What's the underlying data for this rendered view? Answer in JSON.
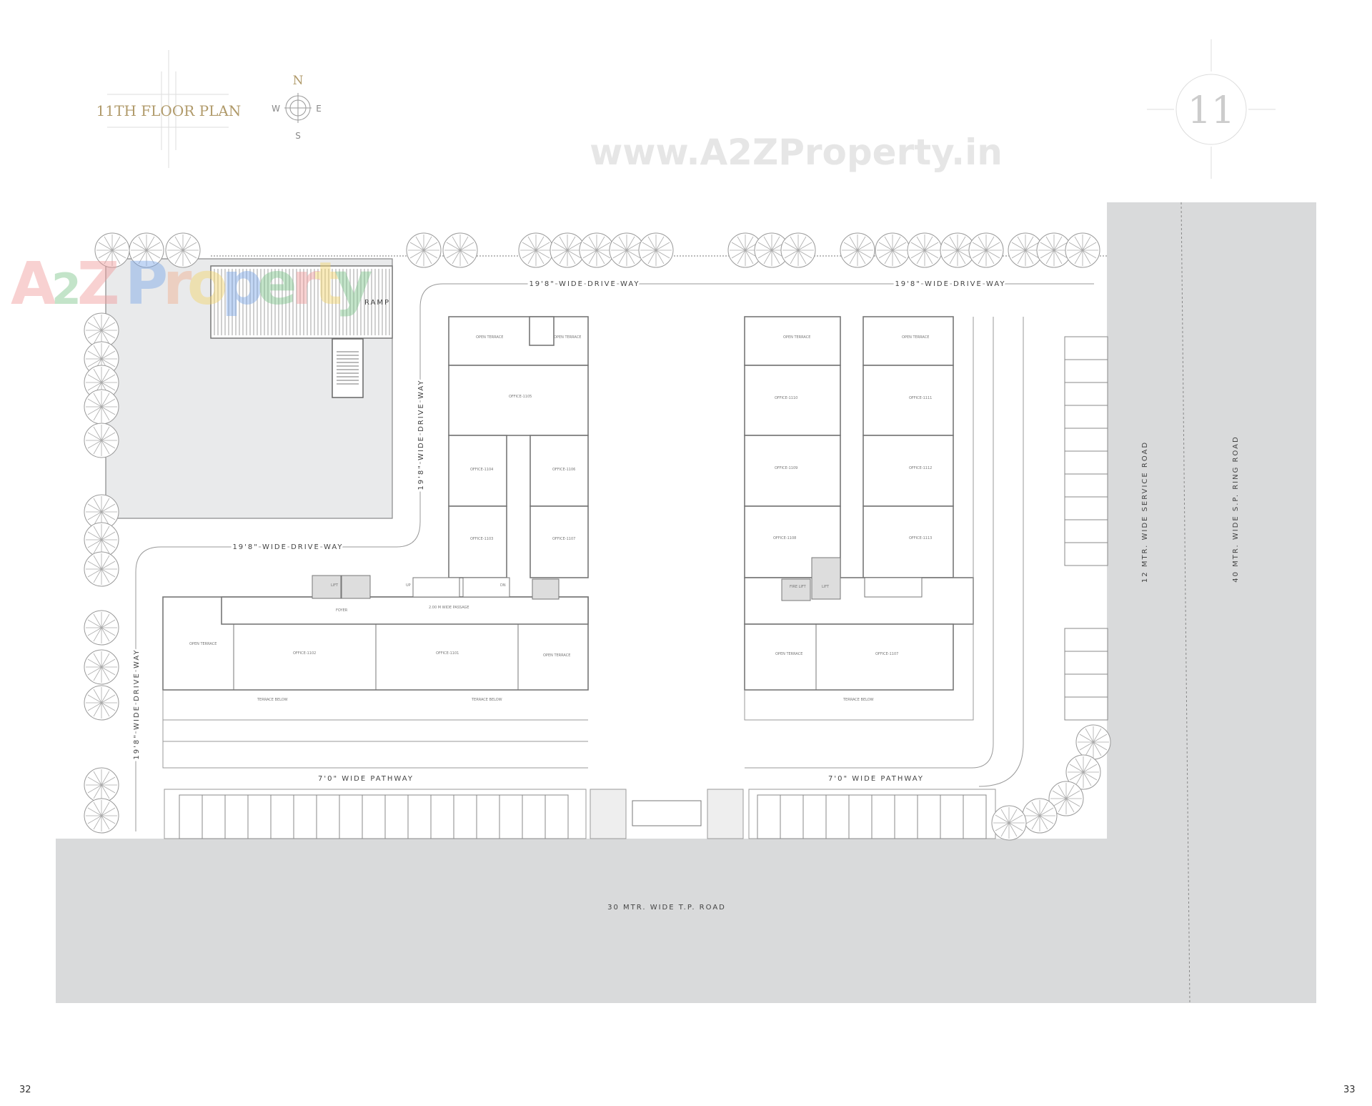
{
  "header": {
    "title": "11TH FLOOR PLAN",
    "floor_emblem": "11",
    "compass": {
      "n": "N",
      "s": "S",
      "e": "E",
      "w": "W"
    },
    "watermark_url": "www.A2ZProperty.in",
    "logo_text": "A2ZProperty"
  },
  "colors": {
    "gold": "#b09a6a",
    "road": "#d9dadb",
    "site": "#e9eaeb"
  },
  "roads": {
    "bottom": "30 MTR.  WIDE T.P. ROAD",
    "service": "12 MTR.  WIDE SERVICE ROAD",
    "ring": "40 MTR.  WIDE S.P. RING ROAD"
  },
  "driveways": {
    "top_left": "19'8\" WIDE DRIVE WAY",
    "top_right": "19'8\" WIDE DRIVE WAY",
    "inner_vertical": "19'8\" WIDE DRIVE WAY",
    "middle_horizontal": "19'8\" WIDE DRIVE WAY",
    "left_vertical": "19'8\" WIDE DRIVE WAY"
  },
  "pathways": {
    "left": "7'0\" WIDE PATHWAY",
    "right": "7'0\" WIDE PATHWAY"
  },
  "ramp": "RAMP",
  "rooms": {
    "open_terrace": "OPEN TERRACE",
    "terrace_below": "TERRACE BELOW",
    "foyer": "FOYER",
    "lift": "LIFT",
    "fire_lift": "FIRE LIFT",
    "passage": "2.00 M WIDE PASSAGE",
    "up": "UP",
    "dn": "DN",
    "offices": [
      "OFFICE-1101",
      "OFFICE-1102",
      "OFFICE-1103",
      "OFFICE-1104",
      "OFFICE-1105",
      "OFFICE-1106",
      "OFFICE-1107",
      "OFFICE-1108",
      "OFFICE-1109",
      "OFFICE-1110",
      "OFFICE-1111",
      "OFFICE-1112",
      "OFFICE-1113"
    ]
  },
  "page_numbers": {
    "left": "32",
    "right": "33"
  }
}
